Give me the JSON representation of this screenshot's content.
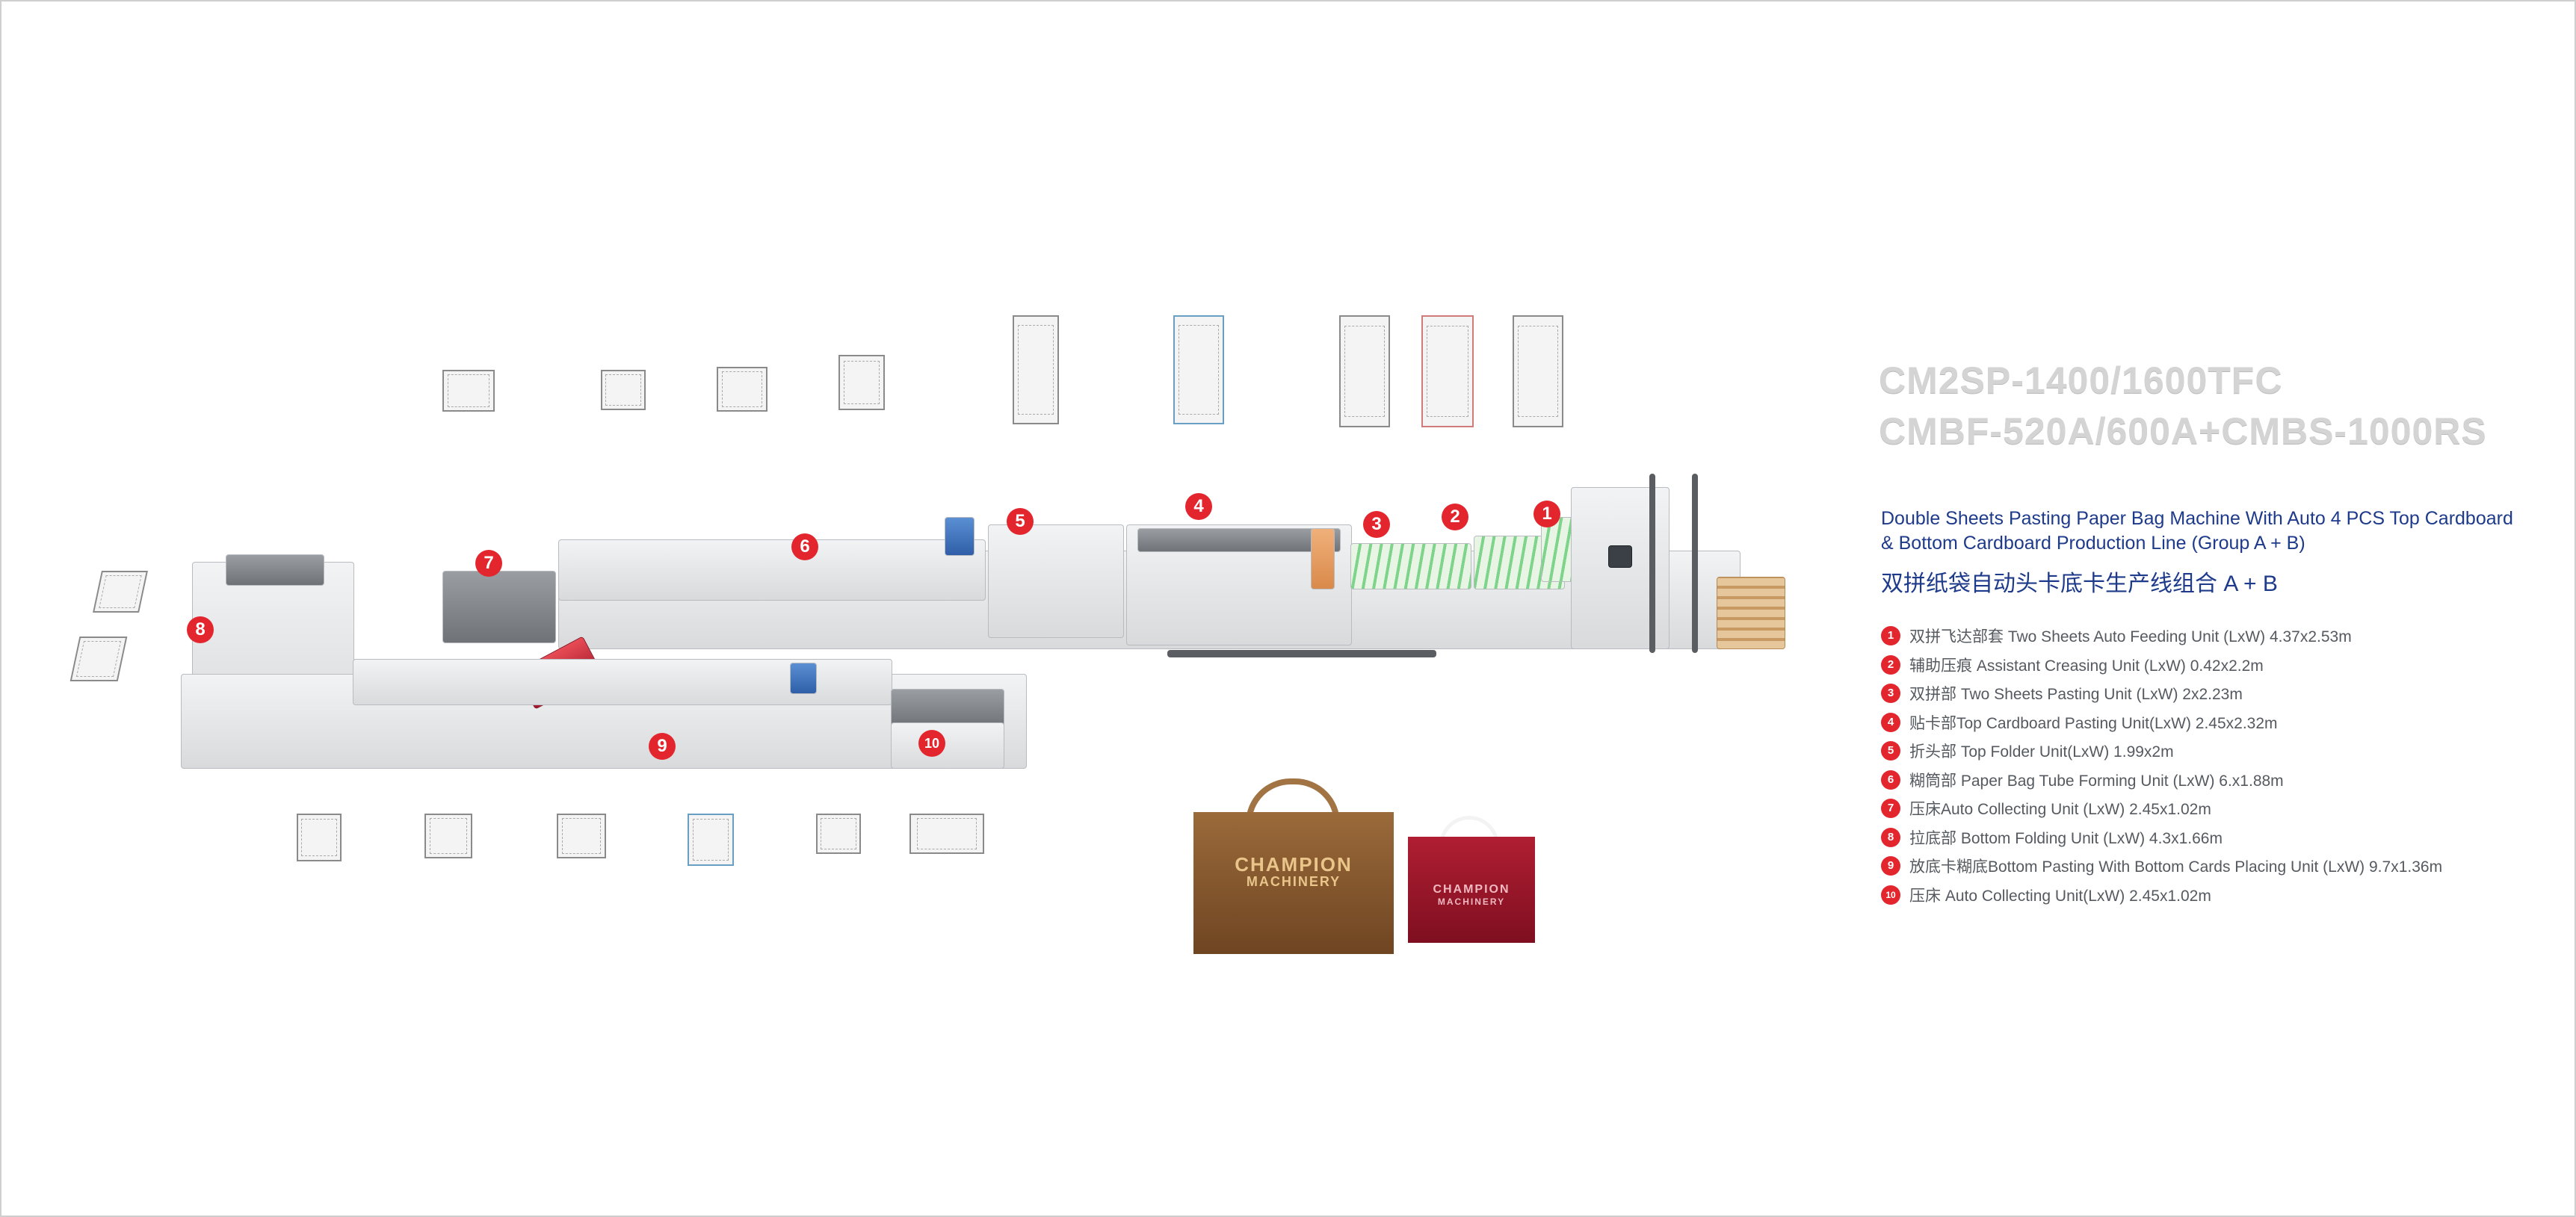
{
  "model": {
    "line1": "CM2SP-1400/1600TFC",
    "line2": "CMBF-520A/600A+CMBS-1000RS"
  },
  "description_en": "Double Sheets Pasting  Paper Bag Machine With Auto 4 PCS Top Cardboard & Bottom Cardboard Production Line (Group A + B)",
  "description_cn": "双拼纸袋自动头卡底卡生产线组合 A + B",
  "units": [
    {
      "num": "1",
      "text": "双拼飞达部套 Two Sheets Auto Feeding Unit (LxW) 4.37x2.53m"
    },
    {
      "num": "2",
      "text": "辅助压痕 Assistant Creasing Unit (LxW) 0.42x2.2m"
    },
    {
      "num": "3",
      "text": "双拼部 Two Sheets Pasting Unit (LxW) 2x2.23m"
    },
    {
      "num": "4",
      "text": "贴卡部Top Cardboard Pasting Unit(LxW) 2.45x2.32m"
    },
    {
      "num": "5",
      "text": "折头部 Top Folder Unit(LxW) 1.99x2m"
    },
    {
      "num": "6",
      "text": "糊筒部 Paper Bag Tube Forming Unit (LxW) 6.x1.88m"
    },
    {
      "num": "7",
      "text": "压床Auto Collecting Unit (LxW) 2.45x1.02m"
    },
    {
      "num": "8",
      "text": "拉底部 Bottom Folding Unit  (LxW) 4.3x1.66m"
    },
    {
      "num": "9",
      "text": "放底卡糊底Bottom Pasting With Bottom Cards Placing Unit  (LxW) 9.7x1.36m"
    },
    {
      "num": "10",
      "text": "压床 Auto Collecting Unit(LxW) 2.45x1.02m"
    }
  ],
  "machine_badges": [
    "1",
    "2",
    "3",
    "4",
    "5",
    "6",
    "7",
    "8",
    "9",
    "10"
  ],
  "bags": {
    "brown_logo_line1": "CHAMPION",
    "brown_logo_line2": "MACHINERY",
    "red_logo_line1": "CHAMPION",
    "red_logo_line2": "MACHINERY"
  },
  "colors": {
    "accent_red": "#e3262d",
    "text_blue": "#1e3a8a",
    "brown_bag": "#8a5a2e",
    "red_bag": "#9a1a2a"
  }
}
